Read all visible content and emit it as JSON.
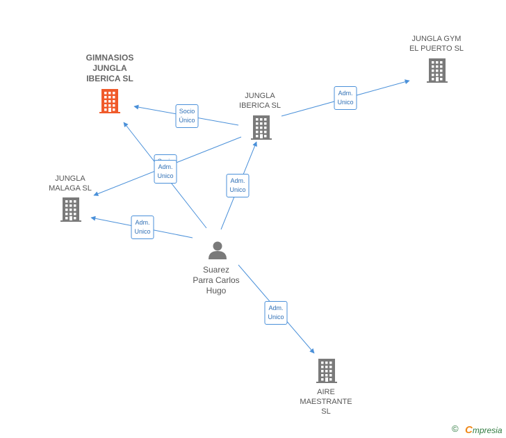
{
  "nodes": [
    {
      "id": "gimnasios",
      "label": "GIMNASIOS\nJUNGLA\nIBERICA  SL",
      "type": "company",
      "focus": true,
      "color": "#f05a2a"
    },
    {
      "id": "jungla_iberica",
      "label": "JUNGLA\nIBERICA  SL",
      "type": "company",
      "focus": false,
      "color": "#7a7a7a"
    },
    {
      "id": "jungla_gym",
      "label": "JUNGLA GYM\nEL PUERTO  SL",
      "type": "company",
      "focus": false,
      "color": "#7a7a7a"
    },
    {
      "id": "jungla_malaga",
      "label": "JUNGLA\nMALAGA  SL",
      "type": "company",
      "focus": false,
      "color": "#7a7a7a"
    },
    {
      "id": "aire",
      "label": "AIRE\nMAESTRANTE\nSL",
      "type": "company",
      "focus": false,
      "color": "#7a7a7a"
    },
    {
      "id": "suarez",
      "label": "Suarez\nParra Carlos\nHugo",
      "type": "person",
      "focus": false,
      "color": "#7a7a7a"
    }
  ],
  "edges": [
    {
      "from": "jungla_iberica",
      "to": "gimnasios",
      "label": "Socio\nÚnico"
    },
    {
      "from": "jungla_iberica",
      "to": "jungla_gym",
      "label": "Adm.\nUnico"
    },
    {
      "from": "jungla_iberica",
      "to": "jungla_malaga",
      "label": "Socio\nÚnico"
    },
    {
      "from": "suarez",
      "to": "gimnasios",
      "label": "Adm.\nUnico"
    },
    {
      "from": "suarez",
      "to": "jungla_iberica",
      "label": "Adm.\nUnico"
    },
    {
      "from": "suarez",
      "to": "jungla_malaga",
      "label": "Adm.\nUnico"
    },
    {
      "from": "suarez",
      "to": "aire",
      "label": "Adm.\nUnico"
    }
  ],
  "colors": {
    "edge": "#4a90d9",
    "edge_label_text": "#2f6fb5",
    "focus": "#f05a2a",
    "node": "#7a7a7a"
  },
  "footer": {
    "copyright": "©",
    "brand_first": "C",
    "brand_rest": "mpresia"
  }
}
